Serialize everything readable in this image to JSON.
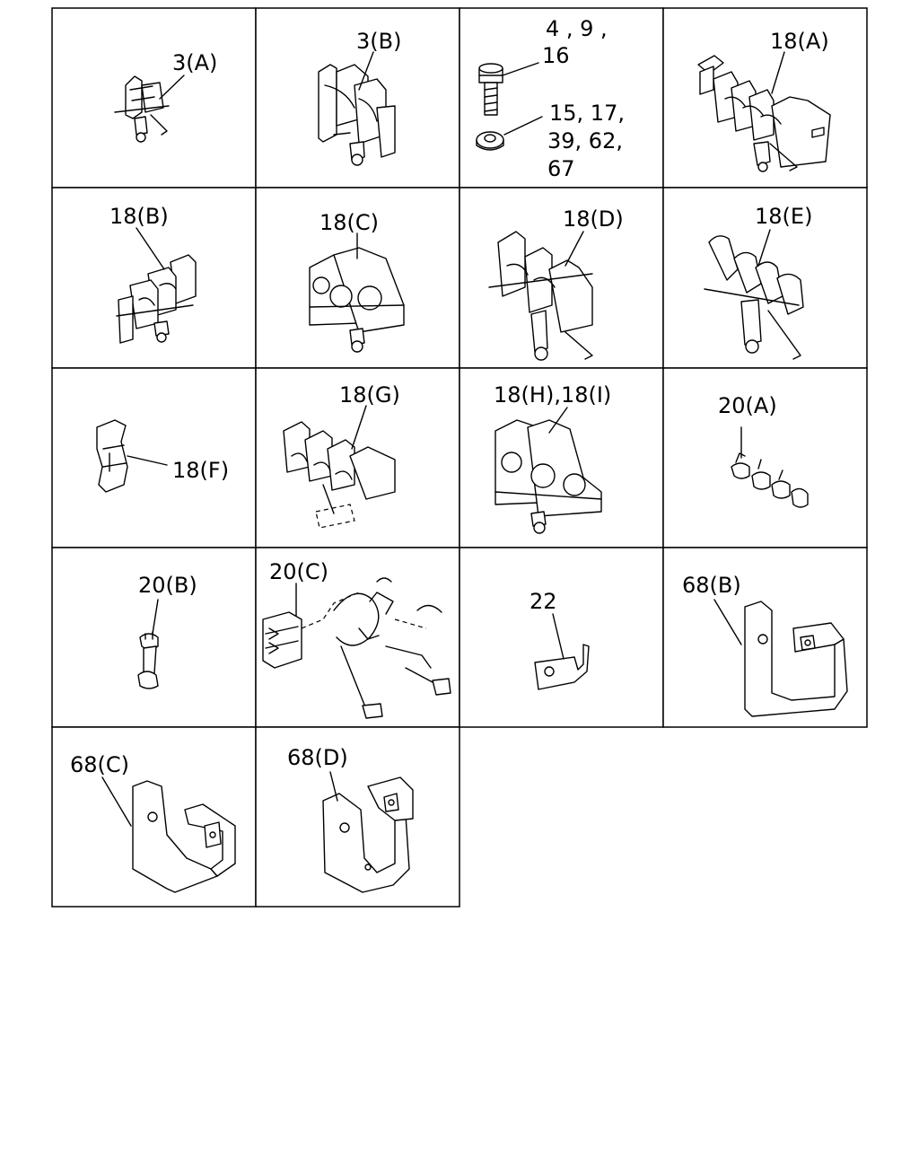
{
  "parts": {
    "p3a": "3(A)",
    "p3b": "3(B)",
    "bolt_l1": "4 , 9 ,",
    "bolt_l2": "16",
    "washer_l1": "15, 17,",
    "washer_l2": "39, 62,",
    "washer_l3": "67",
    "p18a": "18(A)",
    "p18b": "18(B)",
    "p18c": "18(C)",
    "p18d": "18(D)",
    "p18e": "18(E)",
    "p18f": "18(F)",
    "p18g": "18(G)",
    "p18hi": "18(H),18(I)",
    "p20a": "20(A)",
    "p20b": "20(B)",
    "p20c": "20(C)",
    "p22": "22",
    "p68b": "68(B)",
    "p68c": "68(C)",
    "p68d": "68(D)"
  }
}
